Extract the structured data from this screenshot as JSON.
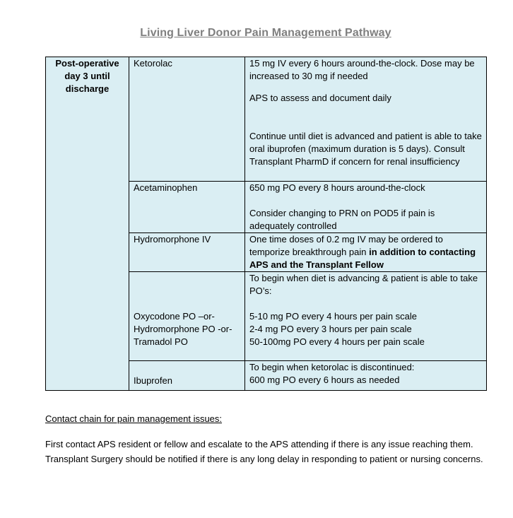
{
  "title": "Living Liver Donor Pain Management Pathway",
  "table": {
    "phase": "Post-operative day 3 until discharge",
    "rows": [
      {
        "drug": "Ketorolac",
        "lines": [
          "15 mg IV every 6 hours around-the-clock. Dose may be increased to 30 mg if needed",
          "APS to assess and document daily",
          "Continue until diet is advanced and patient is able to take oral ibuprofen (maximum duration is 5 days). Consult Transplant PharmD if concern for renal insufficiency"
        ]
      },
      {
        "drug": "Acetaminophen",
        "lines": [
          "650 mg PO every 8 hours around-the-clock",
          "Consider changing to PRN on POD5 if pain is adequately controlled"
        ]
      },
      {
        "drug": "Hydromorphone IV",
        "text": "One time doses of 0.2 mg IV may be ordered to temporize breakthrough pain",
        "bold": " in addition to contacting APS and the Transplant Fellow"
      },
      {
        "drug_lines": [
          "Oxycodone PO –or-",
          "Hydromorphone PO -or-",
          "Tramadol PO"
        ],
        "lines": [
          "To begin when diet is advancing & patient is able to take PO’s:",
          "5-10 mg PO every 4 hours per pain scale",
          "2-4 mg PO every 3 hours per pain scale",
          "50-100mg PO every 4 hours per pain scale"
        ]
      },
      {
        "drug": "Ibuprofen",
        "lines": [
          "To begin when ketorolac is discontinued:",
          "600 mg PO every 6 hours as needed"
        ]
      }
    ]
  },
  "contact": {
    "heading": "Contact chain for pain management issues:",
    "body": "First contact APS resident or fellow and escalate to the APS attending if there is any issue reaching them. Transplant Surgery should be notified if there is any long delay in responding to patient or nursing concerns."
  }
}
